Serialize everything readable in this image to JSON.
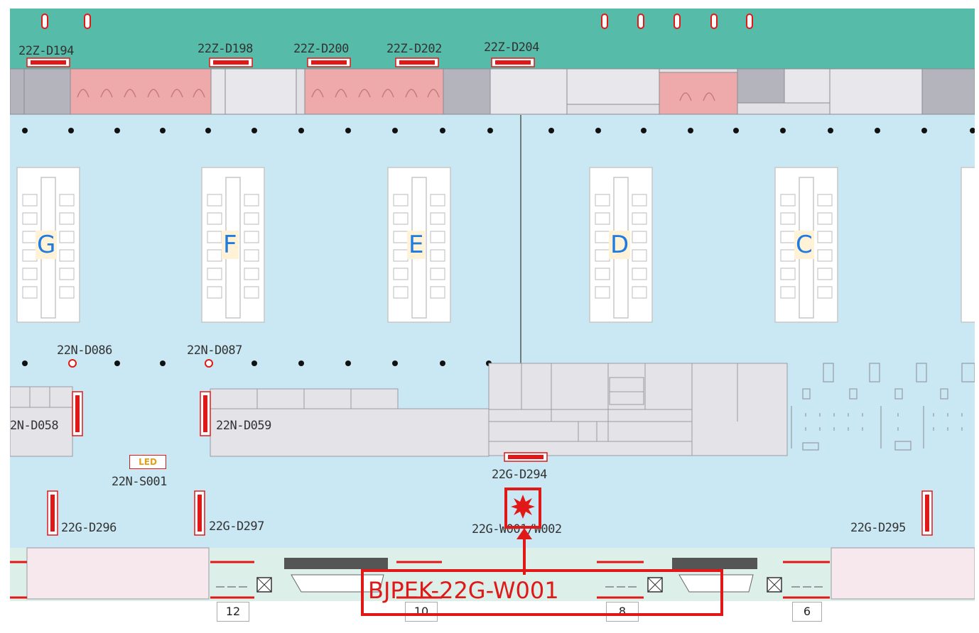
{
  "labels": {
    "gate_22z_d194": "22Z-D194",
    "gate_22z_d198": "22Z-D198",
    "gate_22z_d200": "22Z-D200",
    "gate_22z_d202": "22Z-D202",
    "gate_22z_d204": "22Z-D204",
    "gate_22n_d086": "22N-D086",
    "gate_22n_d087": "22N-D087",
    "gate_22n_d058": "2N-D058",
    "gate_22n_d059": "22N-D059",
    "gate_22g_d294": "22G-D294",
    "gate_22n_s001": "22N-S001",
    "gate_22g_d296": "22G-D296",
    "gate_22g_d297": "22G-D297",
    "gate_22g_w001_w002": "22G-W001/W002",
    "gate_22g_d295": "22G-D295"
  },
  "sections": [
    "G",
    "F",
    "E",
    "D",
    "C"
  ],
  "led_sign": "LED",
  "column_numbers": [
    "12",
    "10",
    "8",
    "6"
  ],
  "callout": {
    "label": "BJPEK-22G-W001",
    "color": "#e01818"
  },
  "colors": {
    "top_band": "#56bba8",
    "floor": "#c9e8f4",
    "pink_room": "#eeaaaa",
    "gray_room": "#b4b4bc",
    "gate_marker": "#e01818"
  }
}
